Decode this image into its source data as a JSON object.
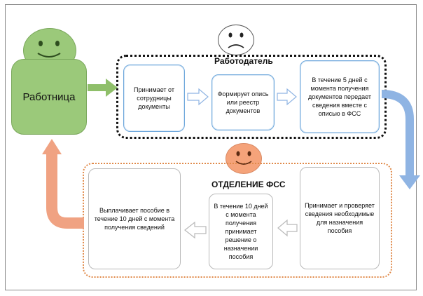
{
  "worker": {
    "label": "Работница"
  },
  "employer": {
    "title": "Работодатель",
    "steps": [
      "Принимает от сотрудницы документы",
      "Формирует опись или реестр документов",
      "В течение 5 дней с момента получения документов передает сведения вместе с описью в ФСС"
    ]
  },
  "fss": {
    "title": "ОТДЕЛЕНИЕ ФСС",
    "steps": [
      "Принимает и проверяет сведения необходимые для назначения пособия",
      "В течение 10 дней с момента получения принимает решение о назначении пособия",
      "Выплачивает пособие в течение 10 дней с момента получения сведений"
    ]
  },
  "colors": {
    "worker": "#9bc97a",
    "fss_face": "#f5a37a",
    "fss_border": "#e08a4a",
    "box_border_blue": "#6fa8dc",
    "arrow_blue": "#8fb4e3",
    "arrow_orange": "#f0a282",
    "arrow_green": "#8fbf6a"
  }
}
